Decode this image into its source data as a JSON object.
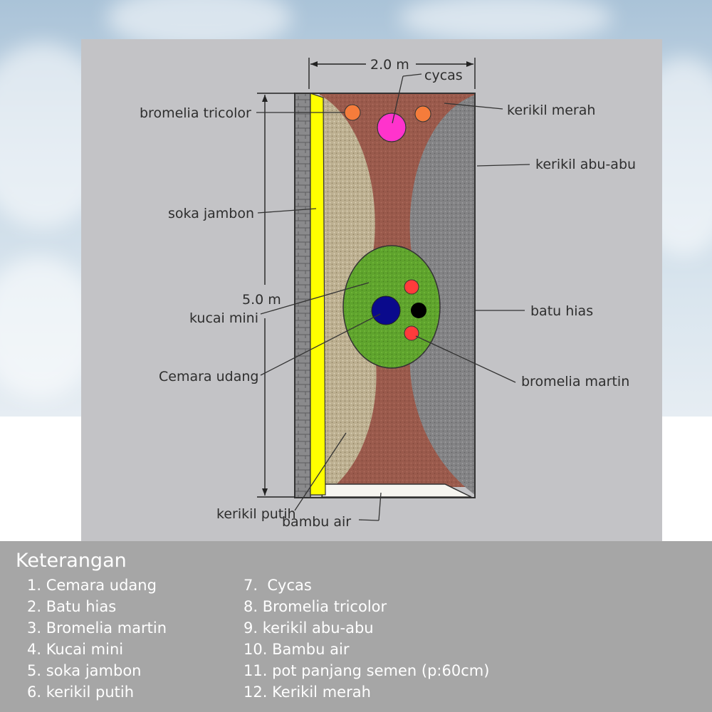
{
  "diagram": {
    "dimensions": {
      "width_label": "2.0 m",
      "height_label": "5.0 m"
    },
    "labels": {
      "cycas": "cycas",
      "bromelia_tricolor": "bromelia tricolor",
      "kerikil_merah": "kerikil merah",
      "kerikil_abu_abu": "kerikil abu-abu",
      "soka_jambon": "soka jambon",
      "kucai_mini": "kucai mini",
      "batu_hias": "batu hias",
      "cemara_udang": "Cemara udang",
      "bromelia_martin": "bromelia martin",
      "kerikil_putih": "kerikil putih",
      "bambu_air": "bambu air"
    },
    "colors": {
      "kerikil_merah": "#9a5a4c",
      "kerikil_abu_abu": "#838385",
      "kerikil_putih": "#bdb091",
      "soka_jambon": "#ffff00",
      "kucai_mini": "#5fa42d",
      "cemara_udang": "#0a0a8c",
      "cycas": "#ff33cc",
      "bromelia_tricolor": "#f57c3b",
      "bromelia_martin": "#ff3b3b",
      "batu_hias": "#000000",
      "panel": "#c3c3c6"
    }
  },
  "legend": {
    "title": "Keterangan",
    "col1": [
      "1. Cemara udang",
      "2. Batu hias",
      "3. Bromelia martin",
      "4. Kucai mini",
      "5. soka jambon",
      "6. kerikil putih"
    ],
    "col2": [
      "7.  Cycas",
      "8. Bromelia tricolor",
      "9. kerikil abu-abu",
      "10. Bambu air",
      "11. pot panjang semen (p:60cm)",
      "12. Kerikil merah"
    ]
  }
}
